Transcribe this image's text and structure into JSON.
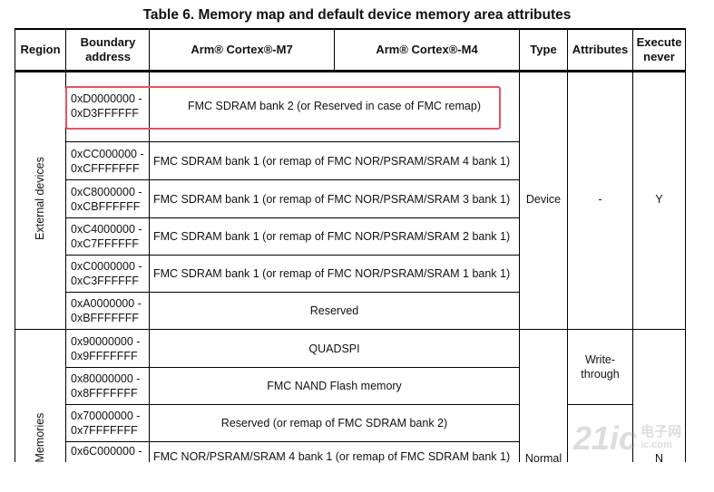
{
  "title": "Table 6. Memory map and default device memory area attributes",
  "headers": {
    "region": "Region",
    "boundary": "Boundary address",
    "cm7": "Arm® Cortex®-M7",
    "cm4": "Arm® Cortex®-M4",
    "type": "Type",
    "attributes": "Attributes",
    "xn": "Execute never"
  },
  "rows": [
    {
      "addr": "0xD0000000 - 0xD3FFFFFF",
      "desc": "FMC SDRAM bank 2 (or Reserved in case of FMC remap)"
    },
    {
      "addr": "0xCC000000 - 0xCFFFFFFF",
      "desc": "FMC SDRAM bank 1 (or remap of FMC NOR/PSRAM/SRAM 4 bank 1)"
    },
    {
      "addr": "0xC8000000 - 0xCBFFFFFF",
      "desc": "FMC SDRAM bank 1 (or remap of FMC NOR/PSRAM/SRAM 3 bank 1)"
    },
    {
      "addr": "0xC4000000 - 0xC7FFFFFF",
      "desc": "FMC SDRAM bank 1 (or remap of FMC NOR/PSRAM/SRAM 2 bank 1)"
    },
    {
      "addr": "0xC0000000 - 0xC3FFFFFF",
      "desc": "FMC SDRAM bank 1 (or remap of FMC NOR/PSRAM/SRAM 1 bank 1)"
    },
    {
      "addr": "0xA0000000 - 0xBFFFFFFF",
      "desc": "Reserved"
    },
    {
      "addr": "0x90000000 - 0x9FFFFFFF",
      "desc": "QUADSPI"
    },
    {
      "addr": "0x80000000 - 0x8FFFFFFF",
      "desc": "FMC NAND Flash memory"
    },
    {
      "addr": "0x70000000 - 0x7FFFFFFF",
      "desc": "Reserved (or remap of FMC SDRAM bank 2)"
    },
    {
      "addr": "0x6C000000 -",
      "desc": "FMC NOR/PSRAM/SRAM 4 bank 1 (or remap of FMC SDRAM bank 1)"
    }
  ],
  "groups": {
    "external": {
      "region": "External devices",
      "type": "Device",
      "attributes": "-",
      "xn": "Y"
    },
    "memories": {
      "region": "Memories",
      "type": "Normal",
      "attributes": "Write-through",
      "xn": "N"
    }
  },
  "watermark": {
    "number": "21ic",
    "text1": "电子网",
    "text2": "ic.com"
  }
}
